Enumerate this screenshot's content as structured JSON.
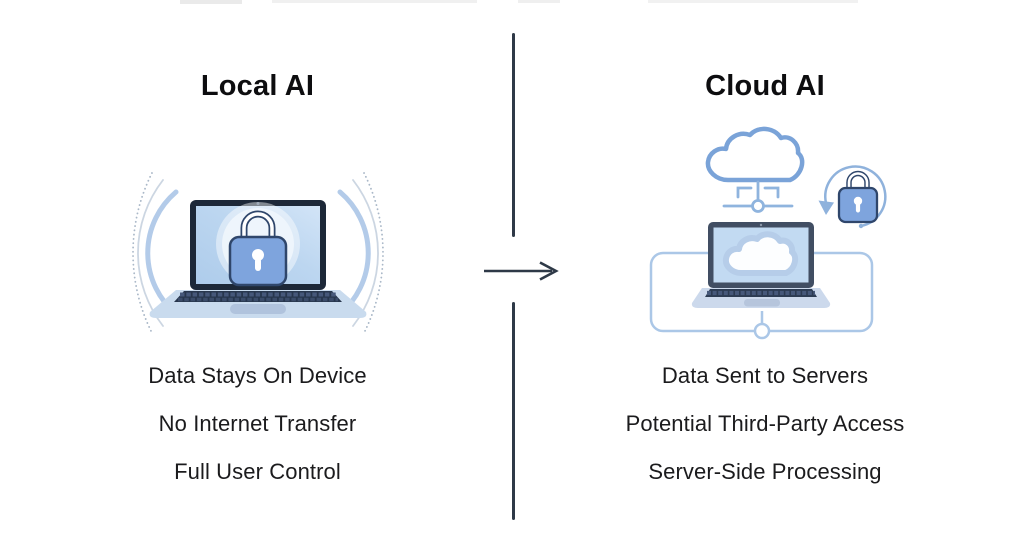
{
  "panels": {
    "local": {
      "title": "Local AI",
      "features": [
        "Data Stays On Device",
        "No Internet Transfer",
        "Full User Control"
      ],
      "icons": [
        "signal-waves-icon",
        "laptop-icon",
        "padlock-icon"
      ]
    },
    "cloud": {
      "title": "Cloud AI",
      "features": [
        "Data Sent to Servers",
        "Potential Third-Party Access",
        "Server-Side Processing"
      ],
      "icons": [
        "cloud-icon",
        "network-hub-icon",
        "connection-loop-icon",
        "laptop-icon",
        "cloud-screen-icon",
        "sync-lock-icon"
      ]
    }
  },
  "divider": {
    "arrow_icon": "arrow-right-icon",
    "direction": "left-to-right"
  },
  "colors": {
    "background": "#ffffff",
    "title_text": "#0d0d0f",
    "body_text": "#1b1b1d",
    "divider_line": "#2e3947",
    "lock_fill": "#7ea4dd",
    "lock_outline": "#2f466b",
    "laptop_bezel_dark": "#1d2838",
    "laptop_bezel_grey": "#414e63",
    "screen_blue": "#b9d4ef",
    "base_blue": "#c9dbee",
    "wave_blue": "#b3cbe9",
    "cloud_outline": "#7aa3d8",
    "loop_blue": "#abc7e7",
    "connector_blue": "#8fb4de"
  }
}
